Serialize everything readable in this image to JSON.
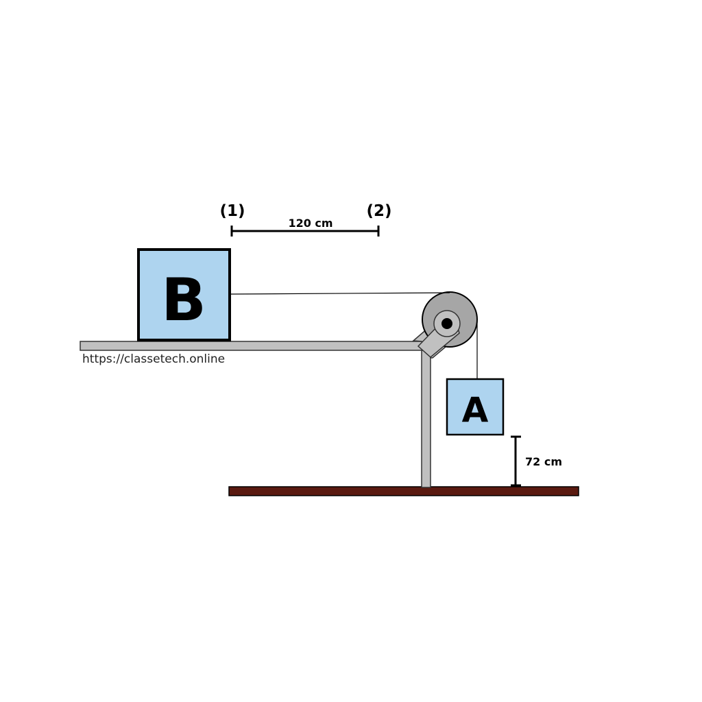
{
  "diagram": {
    "block_b": {
      "label": "B"
    },
    "block_a": {
      "label": "A"
    },
    "position_1": {
      "label": "(1)"
    },
    "position_2": {
      "label": "(2)"
    },
    "distance_label": "120 cm",
    "height_label": "72 cm",
    "watermark": "https://classetech.online"
  },
  "colors": {
    "block_fill": "#aed4ef",
    "block_stroke": "#000000",
    "table_fill": "#c0c0c0",
    "pulley_fill": "#a6a6a6",
    "floor_fill": "#5a1a10"
  }
}
